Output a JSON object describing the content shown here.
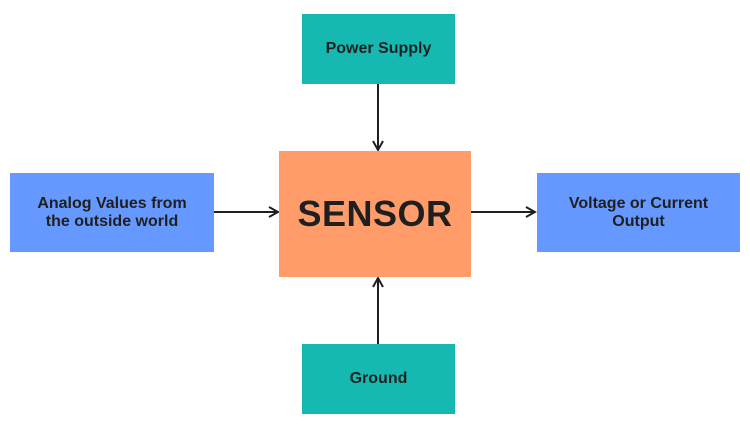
{
  "diagram": {
    "colors": {
      "teal": "#16b9b1",
      "sensor_orange": "#ff9c6a",
      "blue": "#6699ff",
      "arrow": "#1f1f1f",
      "text": "#1f1f1f"
    },
    "nodes": {
      "power_supply": "Power Supply",
      "ground": "Ground",
      "sensor": "SENSOR",
      "input": "Analog Values from the outside world",
      "output": "Voltage or Current Output"
    },
    "edges": [
      {
        "from": "Power Supply",
        "to": "SENSOR"
      },
      {
        "from": "Ground",
        "to": "SENSOR"
      },
      {
        "from": "Analog Values from the outside world",
        "to": "SENSOR"
      },
      {
        "from": "SENSOR",
        "to": "Voltage or Current Output"
      }
    ]
  }
}
